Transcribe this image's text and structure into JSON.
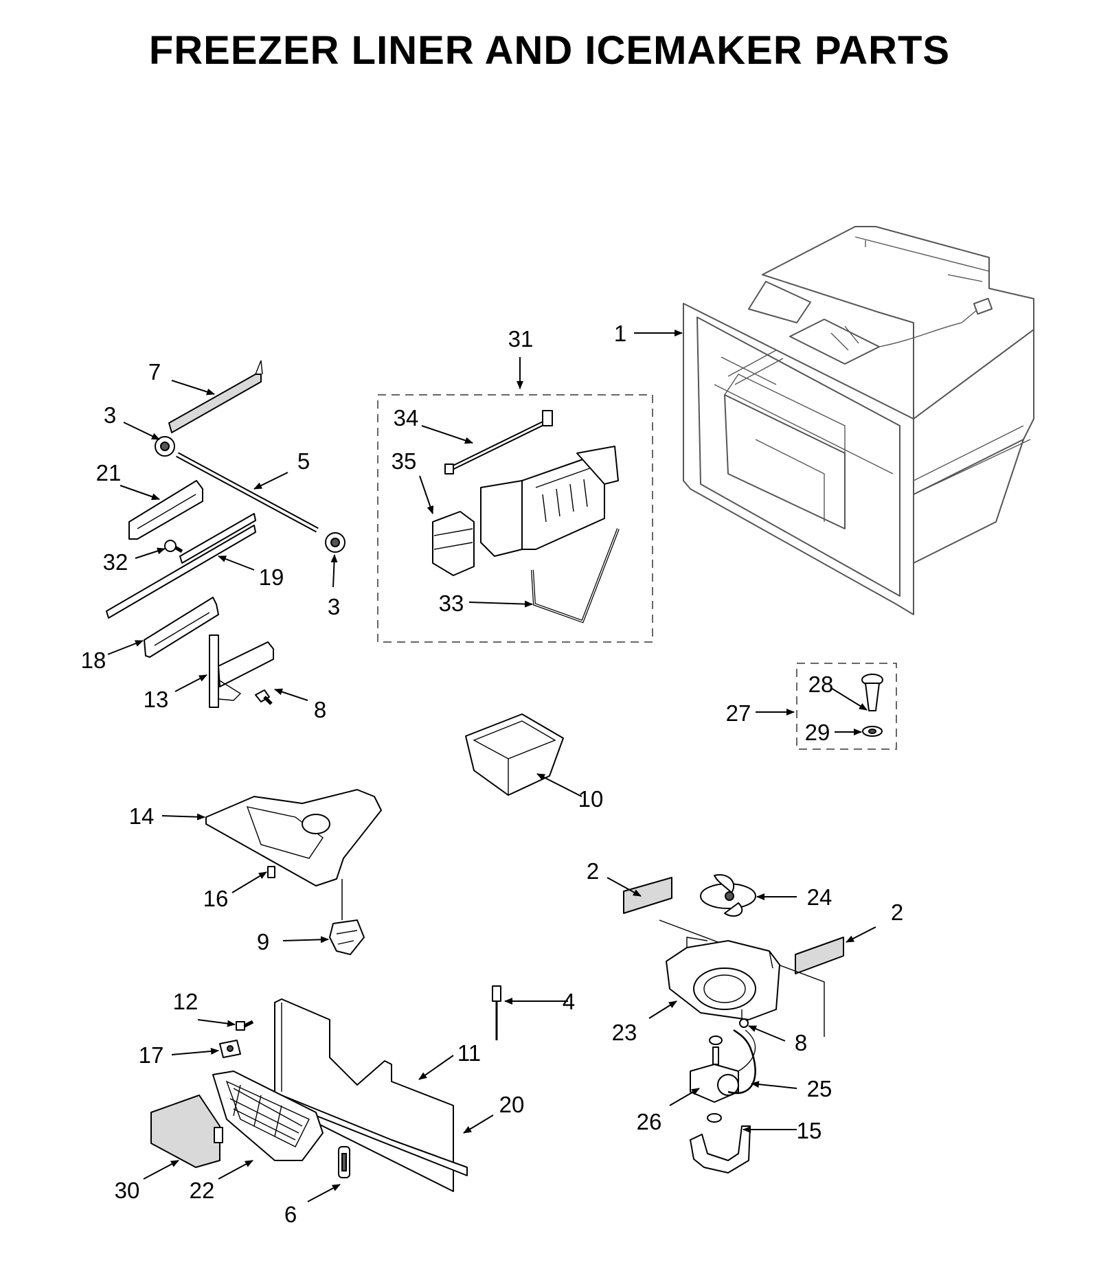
{
  "title": "FREEZER LINER AND ICEMAKER PARTS",
  "callouts": [
    {
      "id": "c1",
      "label": "1"
    },
    {
      "id": "c2a",
      "label": "2"
    },
    {
      "id": "c2b",
      "label": "2"
    },
    {
      "id": "c3a",
      "label": "3"
    },
    {
      "id": "c3b",
      "label": "3"
    },
    {
      "id": "c4",
      "label": "4"
    },
    {
      "id": "c5",
      "label": "5"
    },
    {
      "id": "c6",
      "label": "6"
    },
    {
      "id": "c7",
      "label": "7"
    },
    {
      "id": "c8a",
      "label": "8"
    },
    {
      "id": "c8b",
      "label": "8"
    },
    {
      "id": "c9",
      "label": "9"
    },
    {
      "id": "c10",
      "label": "10"
    },
    {
      "id": "c11",
      "label": "11"
    },
    {
      "id": "c12",
      "label": "12"
    },
    {
      "id": "c13",
      "label": "13"
    },
    {
      "id": "c14",
      "label": "14"
    },
    {
      "id": "c15",
      "label": "15"
    },
    {
      "id": "c16",
      "label": "16"
    },
    {
      "id": "c17",
      "label": "17"
    },
    {
      "id": "c18",
      "label": "18"
    },
    {
      "id": "c19",
      "label": "19"
    },
    {
      "id": "c20",
      "label": "20"
    },
    {
      "id": "c21",
      "label": "21"
    },
    {
      "id": "c22",
      "label": "22"
    },
    {
      "id": "c23",
      "label": "23"
    },
    {
      "id": "c24",
      "label": "24"
    },
    {
      "id": "c25",
      "label": "25"
    },
    {
      "id": "c26",
      "label": "26"
    },
    {
      "id": "c27",
      "label": "27"
    },
    {
      "id": "c28",
      "label": "28"
    },
    {
      "id": "c29",
      "label": "29"
    },
    {
      "id": "c30",
      "label": "30"
    },
    {
      "id": "c31",
      "label": "31"
    },
    {
      "id": "c32",
      "label": "32"
    },
    {
      "id": "c33",
      "label": "33"
    },
    {
      "id": "c34",
      "label": "34"
    },
    {
      "id": "c35",
      "label": "35"
    }
  ]
}
